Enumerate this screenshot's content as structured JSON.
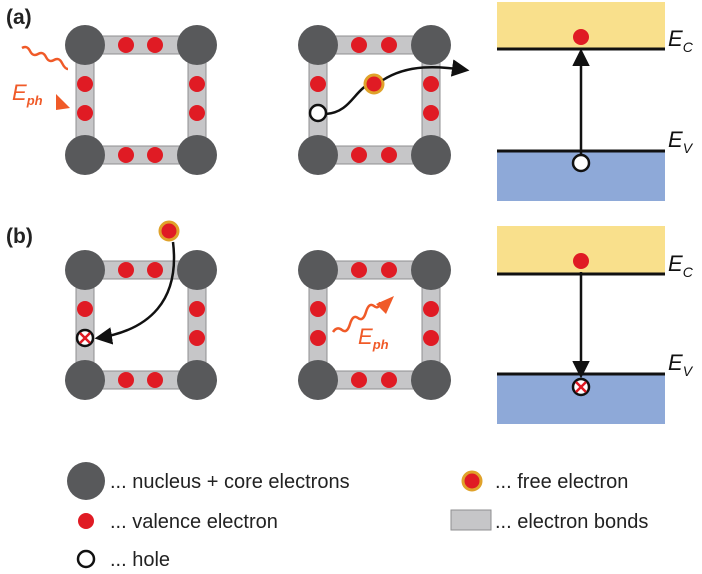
{
  "panels": {
    "a": {
      "label": "(a)"
    },
    "b": {
      "label": "(b)"
    }
  },
  "energy_levels": {
    "conduction": {
      "main": "E",
      "sub": "C"
    },
    "valence": {
      "main": "E",
      "sub": "V"
    }
  },
  "photon": {
    "main": "E",
    "sub": "ph"
  },
  "legend": {
    "nucleus": "... nucleus + core electrons",
    "valence": "... valence electron",
    "hole": "... hole",
    "free": "... free electron",
    "bonds": "... electron bonds"
  },
  "colors": {
    "nucleus": "#58595b",
    "valence_electron": "#e01b24",
    "free_electron_ring": "#e0a22a",
    "bond": "#c6c6c8",
    "bond_stroke": "#8f8f91",
    "conduction_band": "#f9e08c",
    "valence_band": "#8ea9d8",
    "photon": "#f05a28"
  }
}
